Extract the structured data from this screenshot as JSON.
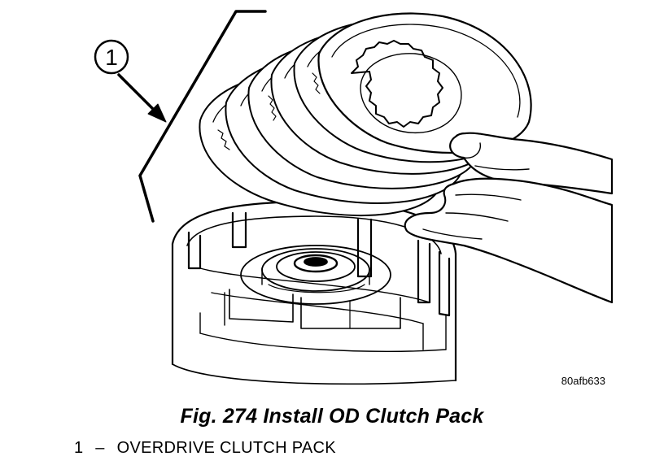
{
  "figure": {
    "callout_number": "1",
    "image_code": "80afb633"
  },
  "caption": "Fig. 274 Install OD Clutch Pack",
  "legend": {
    "number": "1",
    "dash": "–",
    "text": "OVERDRIVE CLUTCH PACK"
  }
}
